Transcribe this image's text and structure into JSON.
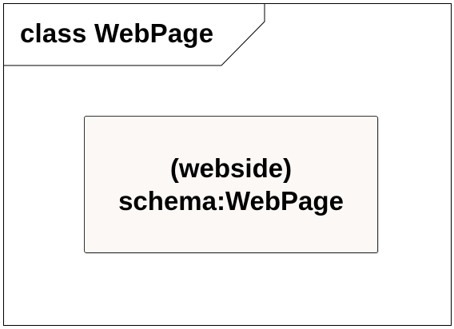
{
  "diagram": {
    "frame_title": "class WebPage",
    "element": {
      "stereotype": "(webside)",
      "name": "schema:WebPage",
      "fill_color": "#fcf8f6",
      "border_color": "#333333"
    }
  }
}
